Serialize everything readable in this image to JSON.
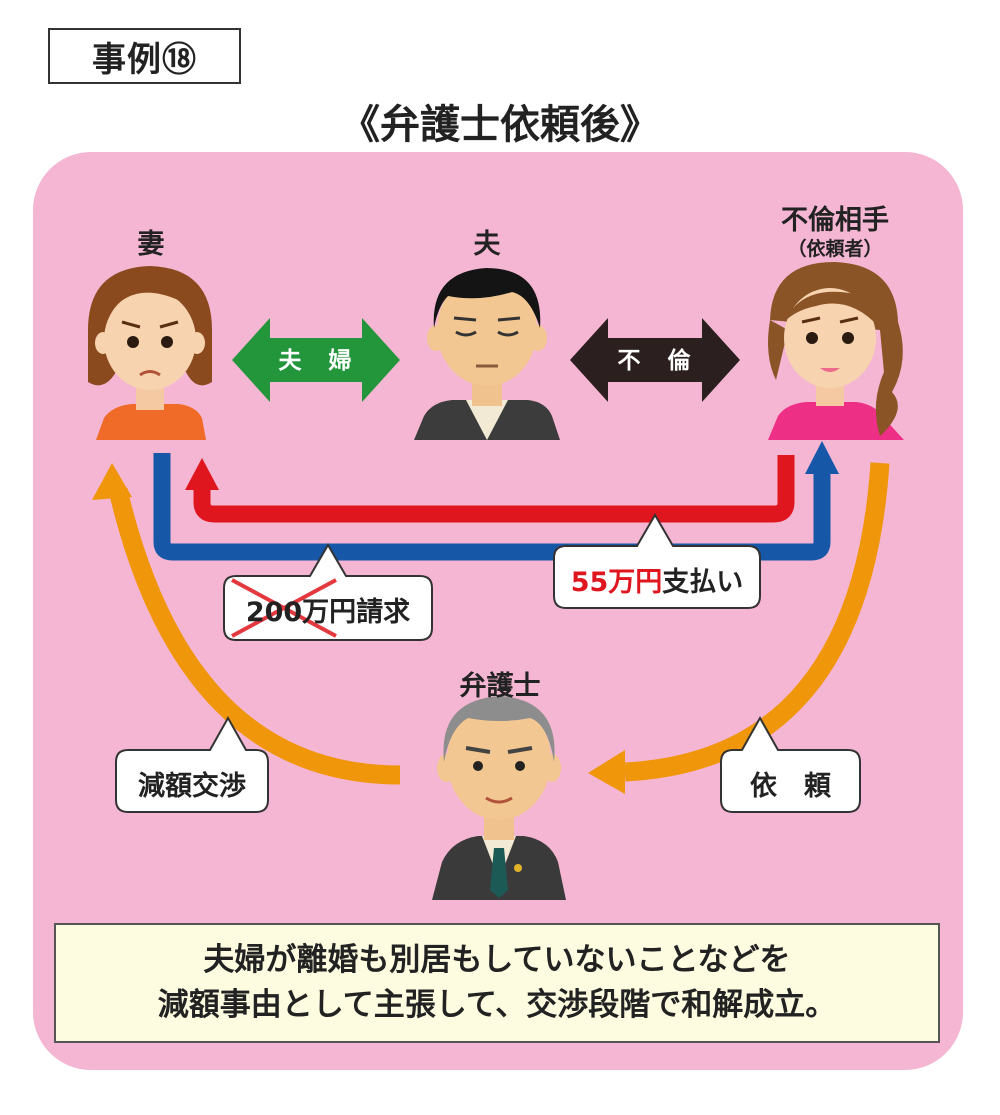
{
  "case_label": "事例⑱",
  "title": "《弁護士依頼後》",
  "people": {
    "wife": "妻",
    "husband": "夫",
    "lover": "不倫相手",
    "lover_note": "（依頼者）",
    "lawyer": "弁護士"
  },
  "relations": {
    "marriage": "夫　婦",
    "affair": "不　倫"
  },
  "claim": {
    "amount_struck": "200万円",
    "suffix": "請求"
  },
  "payment": {
    "amount": "55万円",
    "suffix": "支払い"
  },
  "negotiation": "減額交渉",
  "request": "依　頼",
  "summary": {
    "line1": "夫婦が離婚も別居もしていないことなどを",
    "line2": "減額事由として主張して、交渉段階で和解成立。"
  },
  "colors": {
    "panel": "#f4b6d2",
    "marriage_arrow": "#23963c",
    "affair_arrow": "#2b1f1f",
    "claim_arrow": "#1657a8",
    "payment_arrow": "#e0161e",
    "lawyer_arrow": "#f0960a",
    "highlight_text": "#e0161e",
    "summary_bg": "#fdfbe0"
  }
}
